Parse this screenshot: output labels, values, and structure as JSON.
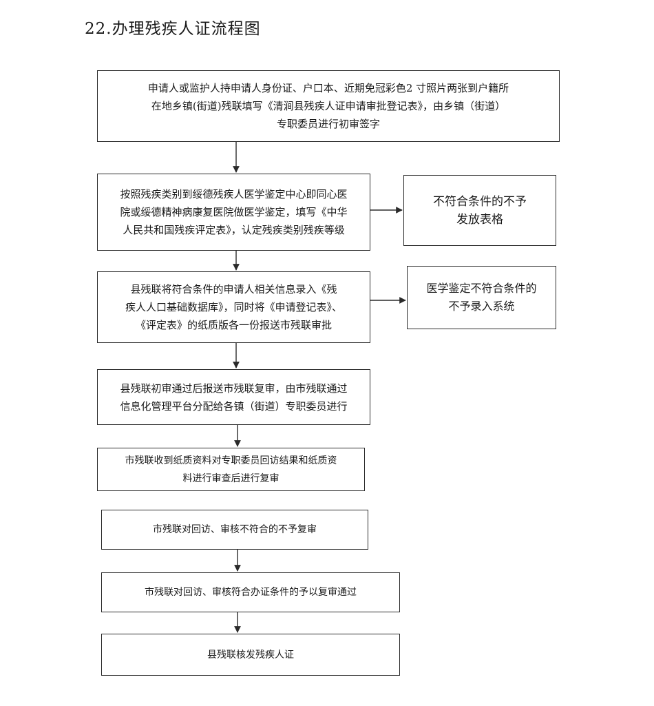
{
  "title": "22.办理残疾人证流程图",
  "steps": [
    {
      "text": "申请人或监护人持申请人身份证、户口本、近期免冠彩色2 寸照片两张到户籍所\n在地乡镇(街道)残联填写《清涧县残疾人证申请审批登记表》，由乡镇（街道）\n专职委员进行初审签字"
    },
    {
      "text": "按照残疾类别到绥德残疾人医学鉴定中心即同心医\n院或绥德精神病康复医院做医学鉴定，填写《中华\n人民共和国残疾评定表》，认定残疾类别残疾等级"
    },
    {
      "text": "县残联将符合条件的申请人相关信息录入《残\n疾人人口基础数据库》，同时将《申请登记表》、\n《评定表》的纸质版各一份报送市残联审批"
    },
    {
      "text": "县残联初审通过后报送市残联复审，由市残联通过\n信息化管理平台分配给各镇（街道）专职委员进行"
    },
    {
      "text": "市残联收到纸质资料对专职委员回访结果和纸质资\n料进行审查后进行复审"
    },
    {
      "text": "市残联对回访、审核不符合的不予复审"
    },
    {
      "text": "市残联对回访、审核符合办证条件的予以复审通过"
    },
    {
      "text": "县残联核发残疾人证"
    }
  ],
  "side_boxes": [
    {
      "text": "不符合条件的不予\n发放表格"
    },
    {
      "text": "医学鉴定不符合条件的\n不予录入系统"
    }
  ]
}
